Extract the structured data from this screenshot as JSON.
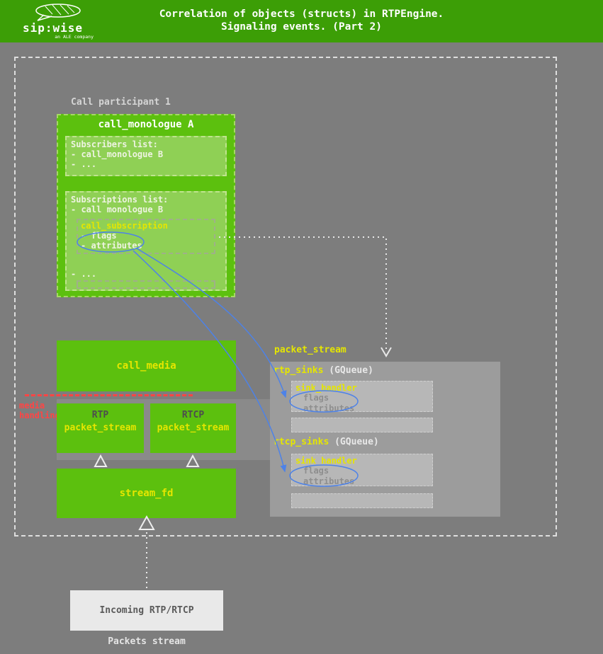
{
  "colors": {
    "header_green": "#3c9e06",
    "box_green": "#5cc00e",
    "inner_green": "#8fd055",
    "accent_yellow": "#e5e600",
    "accent_red": "#ff4545",
    "accent_blue": "#4d82e8",
    "background_gray": "#7d7d7d",
    "panel_gray": "#9c9c9c",
    "inner_gray": "#b7b7b7",
    "incoming_box": "#e9e9e9"
  },
  "header": {
    "title_line1": "Correlation of objects (structs) in RTPEngine.",
    "title_line2": "Signaling events. (Part 2)",
    "logo_text": "sip:wise",
    "logo_subtext": "an ALE company"
  },
  "participant": {
    "label": "Call participant 1"
  },
  "call_monologue": {
    "title": "call_monologue A",
    "subscribers": {
      "header": "Subscribers list:",
      "items": [
        "- call_monologue B",
        "- ..."
      ]
    },
    "subscriptions": {
      "header": "Subscriptions list:",
      "item": "- call monologue B",
      "call_subscription": {
        "title": "call_subscription",
        "fields": [
          "- flags",
          "- attributes"
        ]
      },
      "more": "- ..."
    }
  },
  "call_media": {
    "label": "call_media"
  },
  "media_handling": {
    "line1": "media",
    "line2": "handling"
  },
  "rtp_stream": {
    "type": "RTP",
    "label": "packet_stream"
  },
  "rtcp_stream": {
    "type": "RTCP",
    "label": "packet_stream"
  },
  "stream_fd": {
    "label": "stream_fd"
  },
  "packet_stream_panel": {
    "title": "packet_stream",
    "rtp_sinks": {
      "name": "rtp_sinks",
      "type": "(GQueue)"
    },
    "sink_handler_rtp": {
      "title": "sink_handler",
      "fields": [
        "flags",
        "attributes"
      ]
    },
    "rtcp_sinks": {
      "name": "rtcp_sinks",
      "type": "(GQueue)"
    },
    "sink_handler_rtcp": {
      "title": "sink_handler",
      "fields": [
        "flags",
        "attributes"
      ]
    }
  },
  "incoming": {
    "label": "Incoming RTP/RTCP"
  },
  "packets_stream": {
    "label": "Packets stream"
  }
}
